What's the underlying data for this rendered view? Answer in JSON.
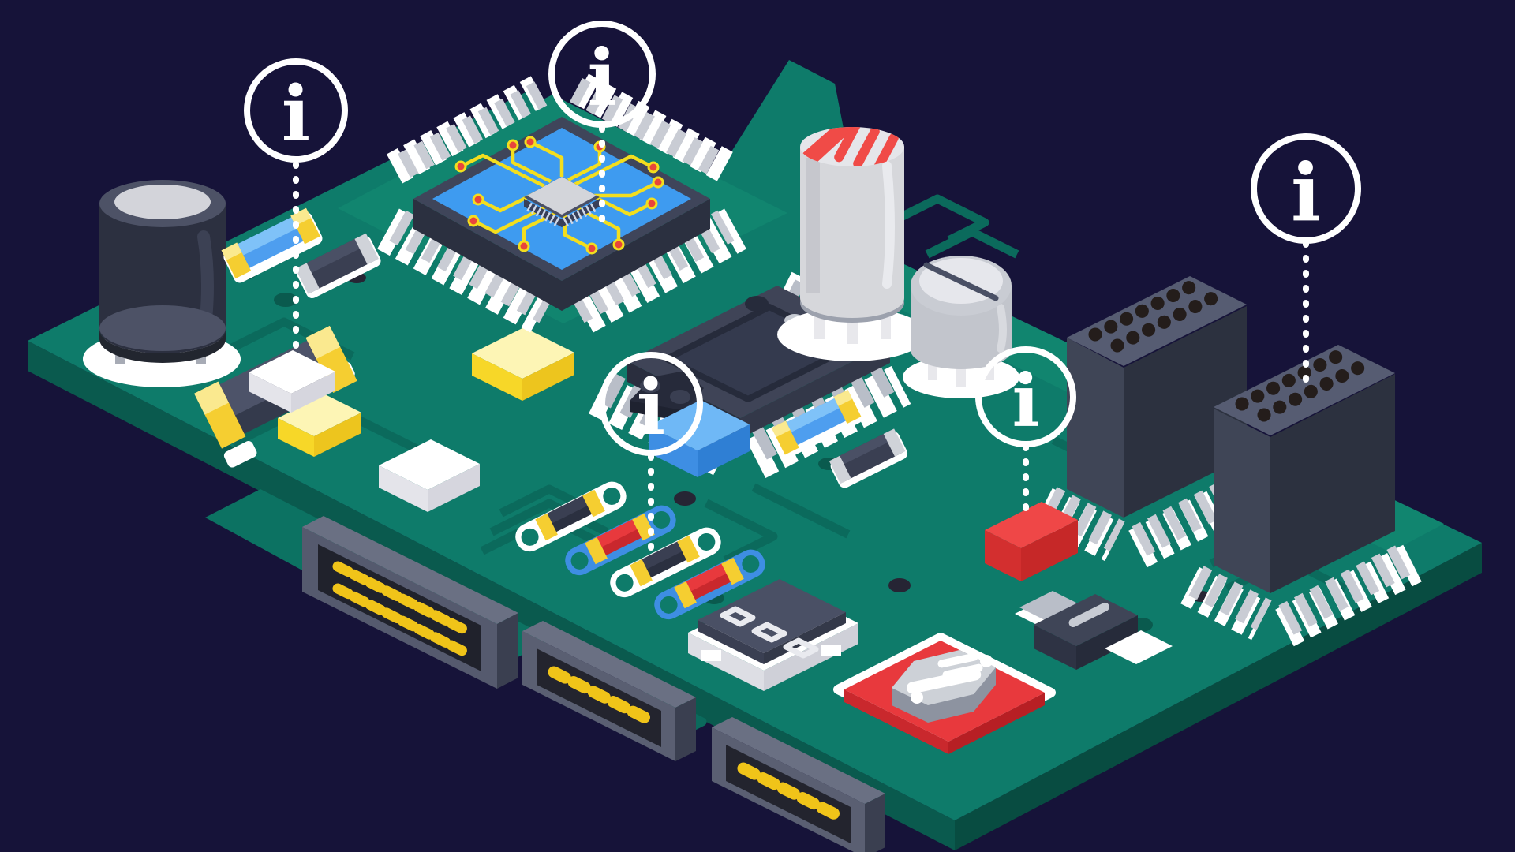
{
  "scene": {
    "title": "Isometric printed circuit board infographic with info hotspots",
    "background_color": "#161339"
  },
  "board": {
    "name": "printed-circuit-board",
    "surface_color": "#0E7B6A",
    "surface_light_color": "#11856F",
    "side_color": "#0A5A4E",
    "side_dark_color": "#084C41",
    "trace_color": "#0B6A5C",
    "pad_color": "#FFFFFF"
  },
  "info_icon": {
    "glyph": "i",
    "color": "#FFFFFF",
    "shape": "circle-outline",
    "line_style": "dotted"
  },
  "hotspots": [
    {
      "id": 1,
      "label": "i",
      "target": "smd-capacitor-dark",
      "position": "top-left"
    },
    {
      "id": 2,
      "label": "i",
      "target": "microprocessor",
      "position": "top-center"
    },
    {
      "id": 3,
      "label": "i",
      "target": "axial-diode",
      "position": "center"
    },
    {
      "id": 4,
      "label": "i",
      "target": "jumper-block-red",
      "position": "center-right"
    },
    {
      "id": 5,
      "label": "i",
      "target": "pin-socket-connector",
      "position": "top-right"
    }
  ],
  "components": [
    {
      "name": "electrolytic-capacitor-dark",
      "color": "#2C3040"
    },
    {
      "name": "smd-capacitor-blue-small",
      "color": "#4E9EEF"
    },
    {
      "name": "smd-chip-small",
      "color": "#3A3F52"
    },
    {
      "name": "microprocessor",
      "color": "#3E9BF0"
    },
    {
      "name": "smd-capacitor-dark",
      "color": "#454B5F"
    },
    {
      "name": "yellow-film-capacitor-large",
      "color": "#F5CE31"
    },
    {
      "name": "yellow-film-capacitor-small",
      "color": "#F5CE31"
    },
    {
      "name": "white-smd-resistor-large",
      "color": "#FFFFFF"
    },
    {
      "name": "white-smd-resistor-small",
      "color": "#FFFFFF"
    },
    {
      "name": "power-ic-soic",
      "color": "#3F4457"
    },
    {
      "name": "smd-transistor",
      "color": "#262A3A"
    },
    {
      "name": "blue-module",
      "color": "#6FB8F6"
    },
    {
      "name": "axial-diode-black-1",
      "color": "#3A3F52"
    },
    {
      "name": "axial-diode-red-1",
      "color": "#E8393D"
    },
    {
      "name": "axial-diode-black-2",
      "color": "#3A3F52"
    },
    {
      "name": "axial-diode-red-2",
      "color": "#E8393D"
    },
    {
      "name": "seven-segment-display",
      "color": "#4A5065"
    },
    {
      "name": "electrolytic-capacitor-light",
      "color": "#D6D7DB"
    },
    {
      "name": "trimmer-potentiometer",
      "color": "#D8DADF"
    },
    {
      "name": "pin-socket-connector-1",
      "color": "#3F4556"
    },
    {
      "name": "pin-socket-connector-2",
      "color": "#3F4556"
    },
    {
      "name": "jumper-block-red",
      "color": "#EF4747"
    },
    {
      "name": "ic-module-octagon",
      "color": "#CDD1D7"
    },
    {
      "name": "power-transistor",
      "color": "#3F4557"
    },
    {
      "name": "edge-connector-dual-row",
      "color": "#555A6E"
    },
    {
      "name": "pin-header-5pin-1",
      "color": "#5A5F72"
    },
    {
      "name": "pin-header-5pin-2",
      "color": "#5A5F72"
    }
  ]
}
